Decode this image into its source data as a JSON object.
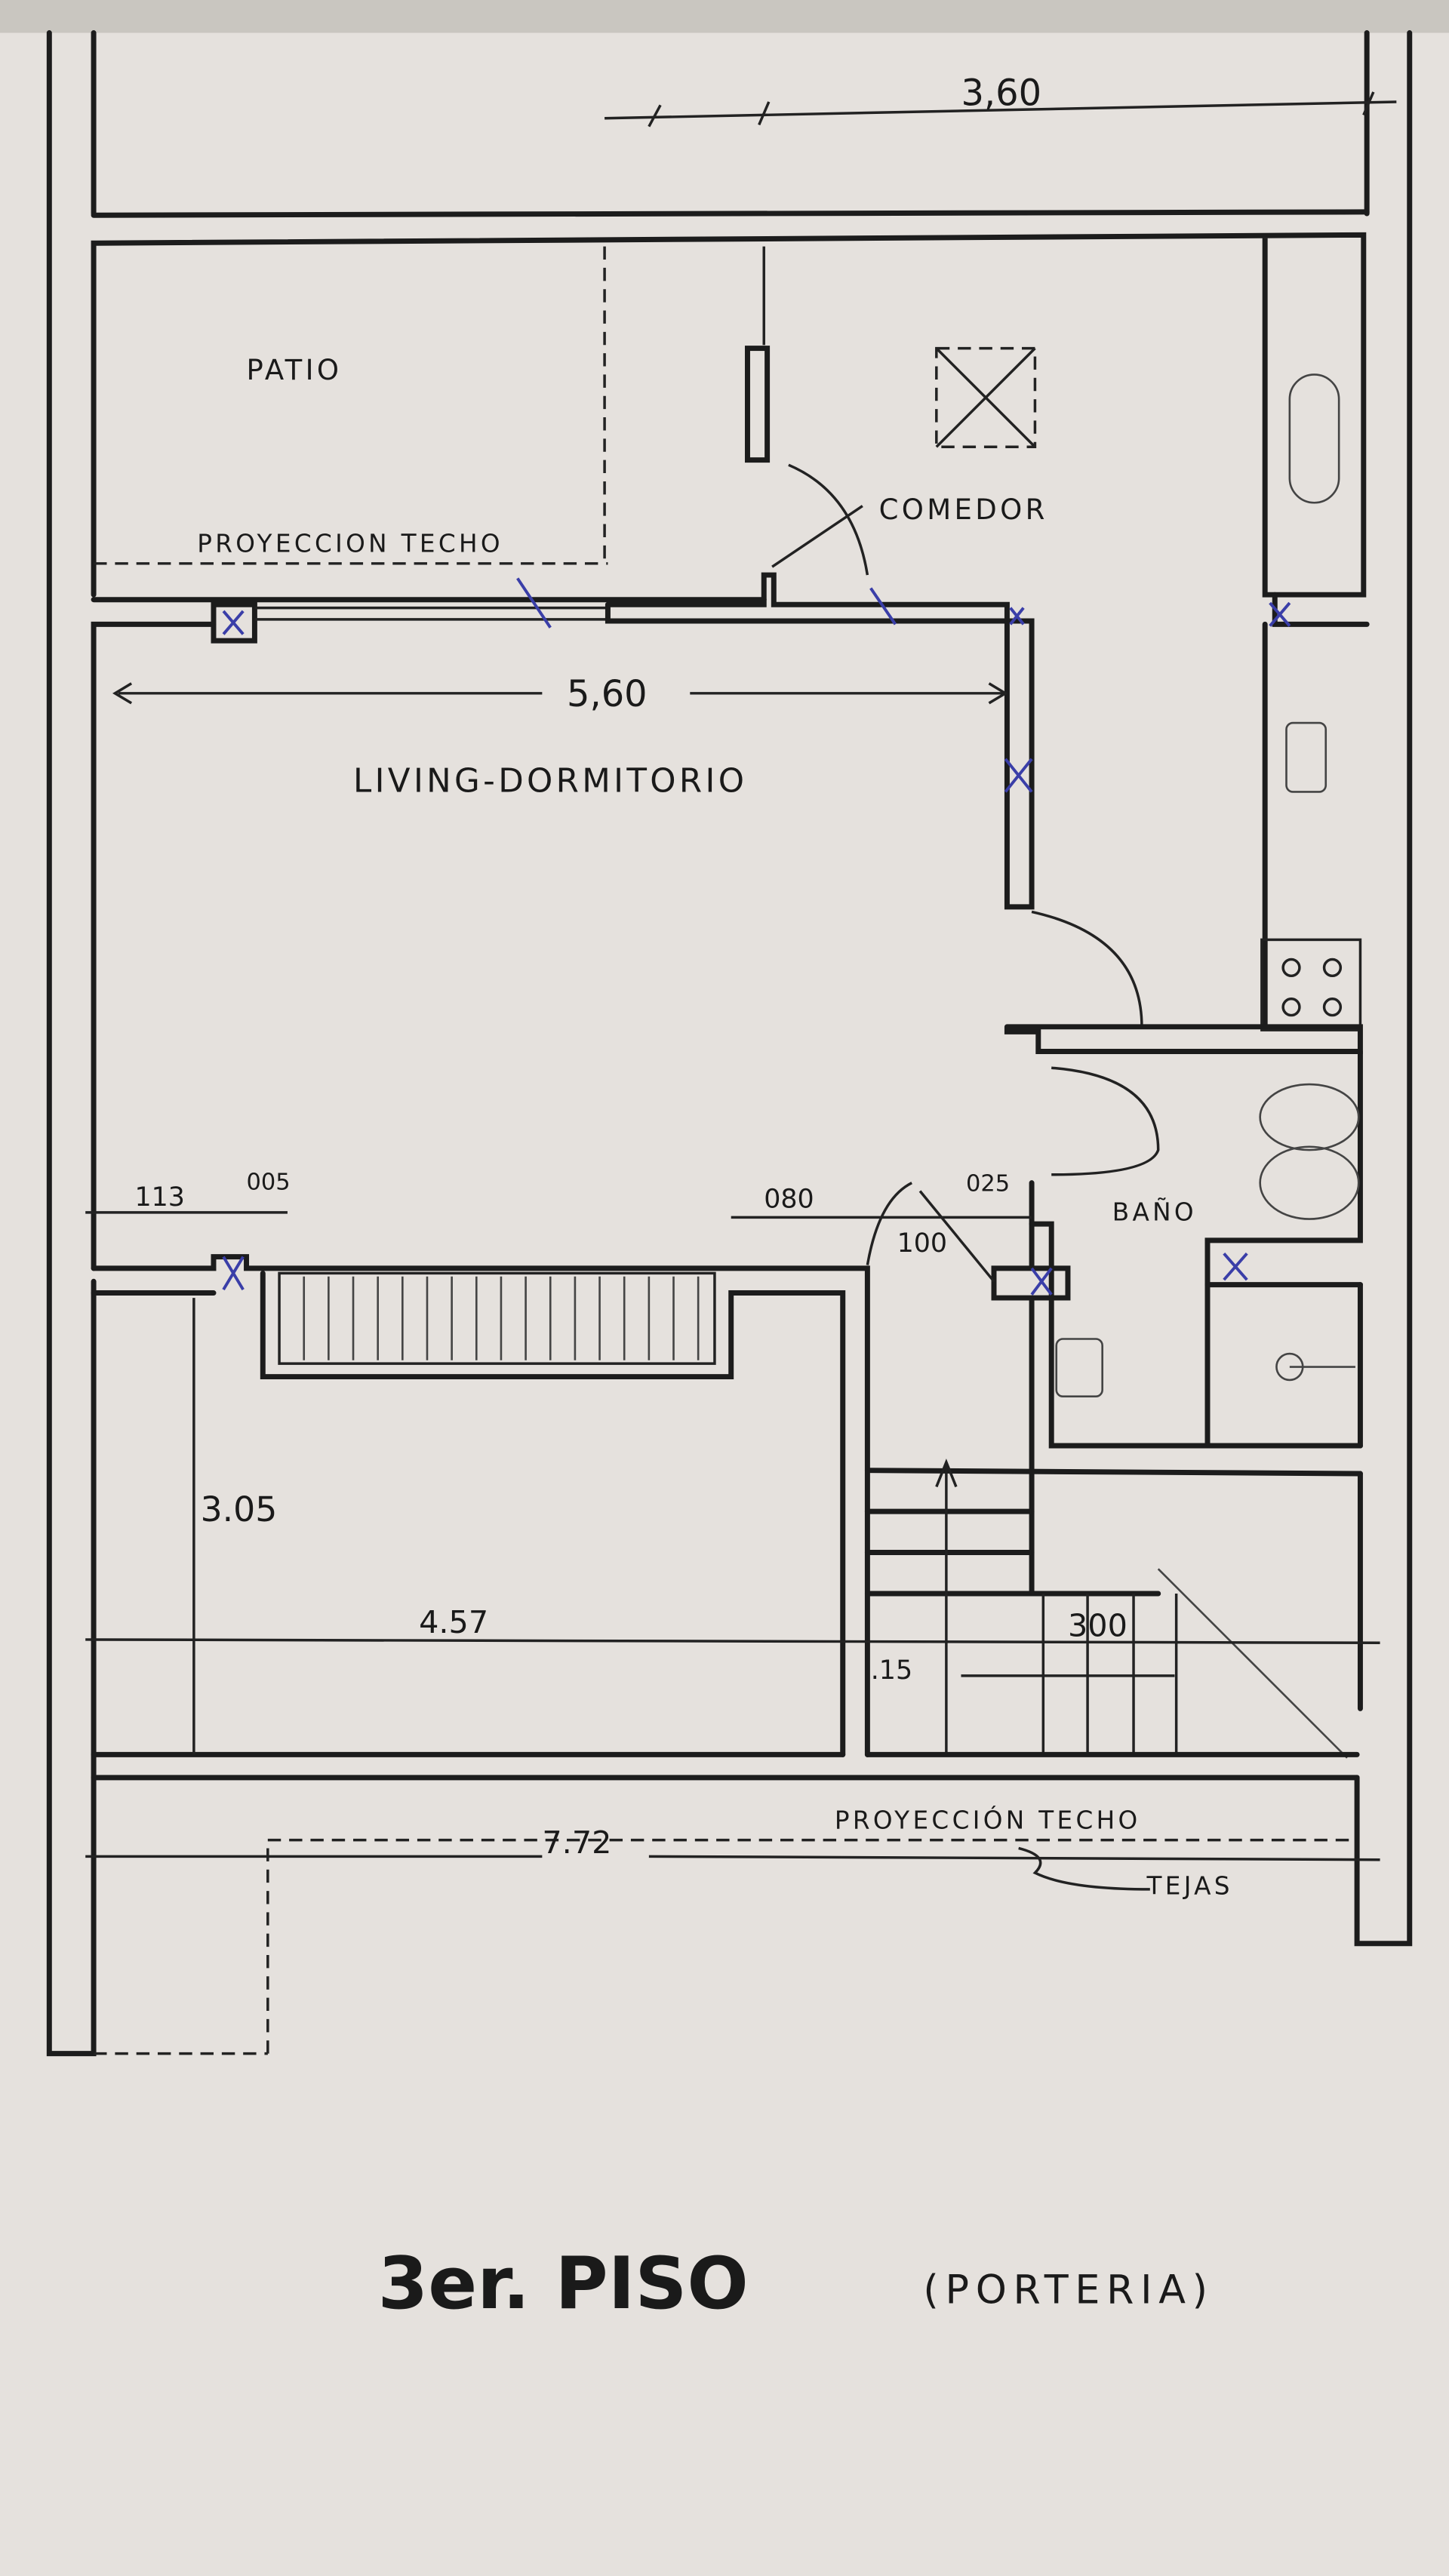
{
  "drawing": {
    "title": "3er. PISO",
    "subtitle": "(PORTERIA)",
    "rooms": {
      "patio": "PATIO",
      "comedor": "COMEDOR",
      "living": "LIVING-DORMITORIO",
      "bano": "BAÑO"
    },
    "annotations": {
      "proyeccion_techo_top": "PROYECCION TECHO",
      "proyeccion_techo_bottom": "PROYECCIÓN TECHO",
      "tejas": "TEJAS"
    },
    "dimensions": {
      "top_width": "3,60",
      "living_width": "5,60",
      "d113": "113",
      "d005": "005",
      "d080": "080",
      "d025": "025",
      "d100": "100",
      "height_305": "3.05",
      "width_457": "4.57",
      "d300": "300",
      "d15": ".15",
      "total_772": "7.72"
    }
  }
}
